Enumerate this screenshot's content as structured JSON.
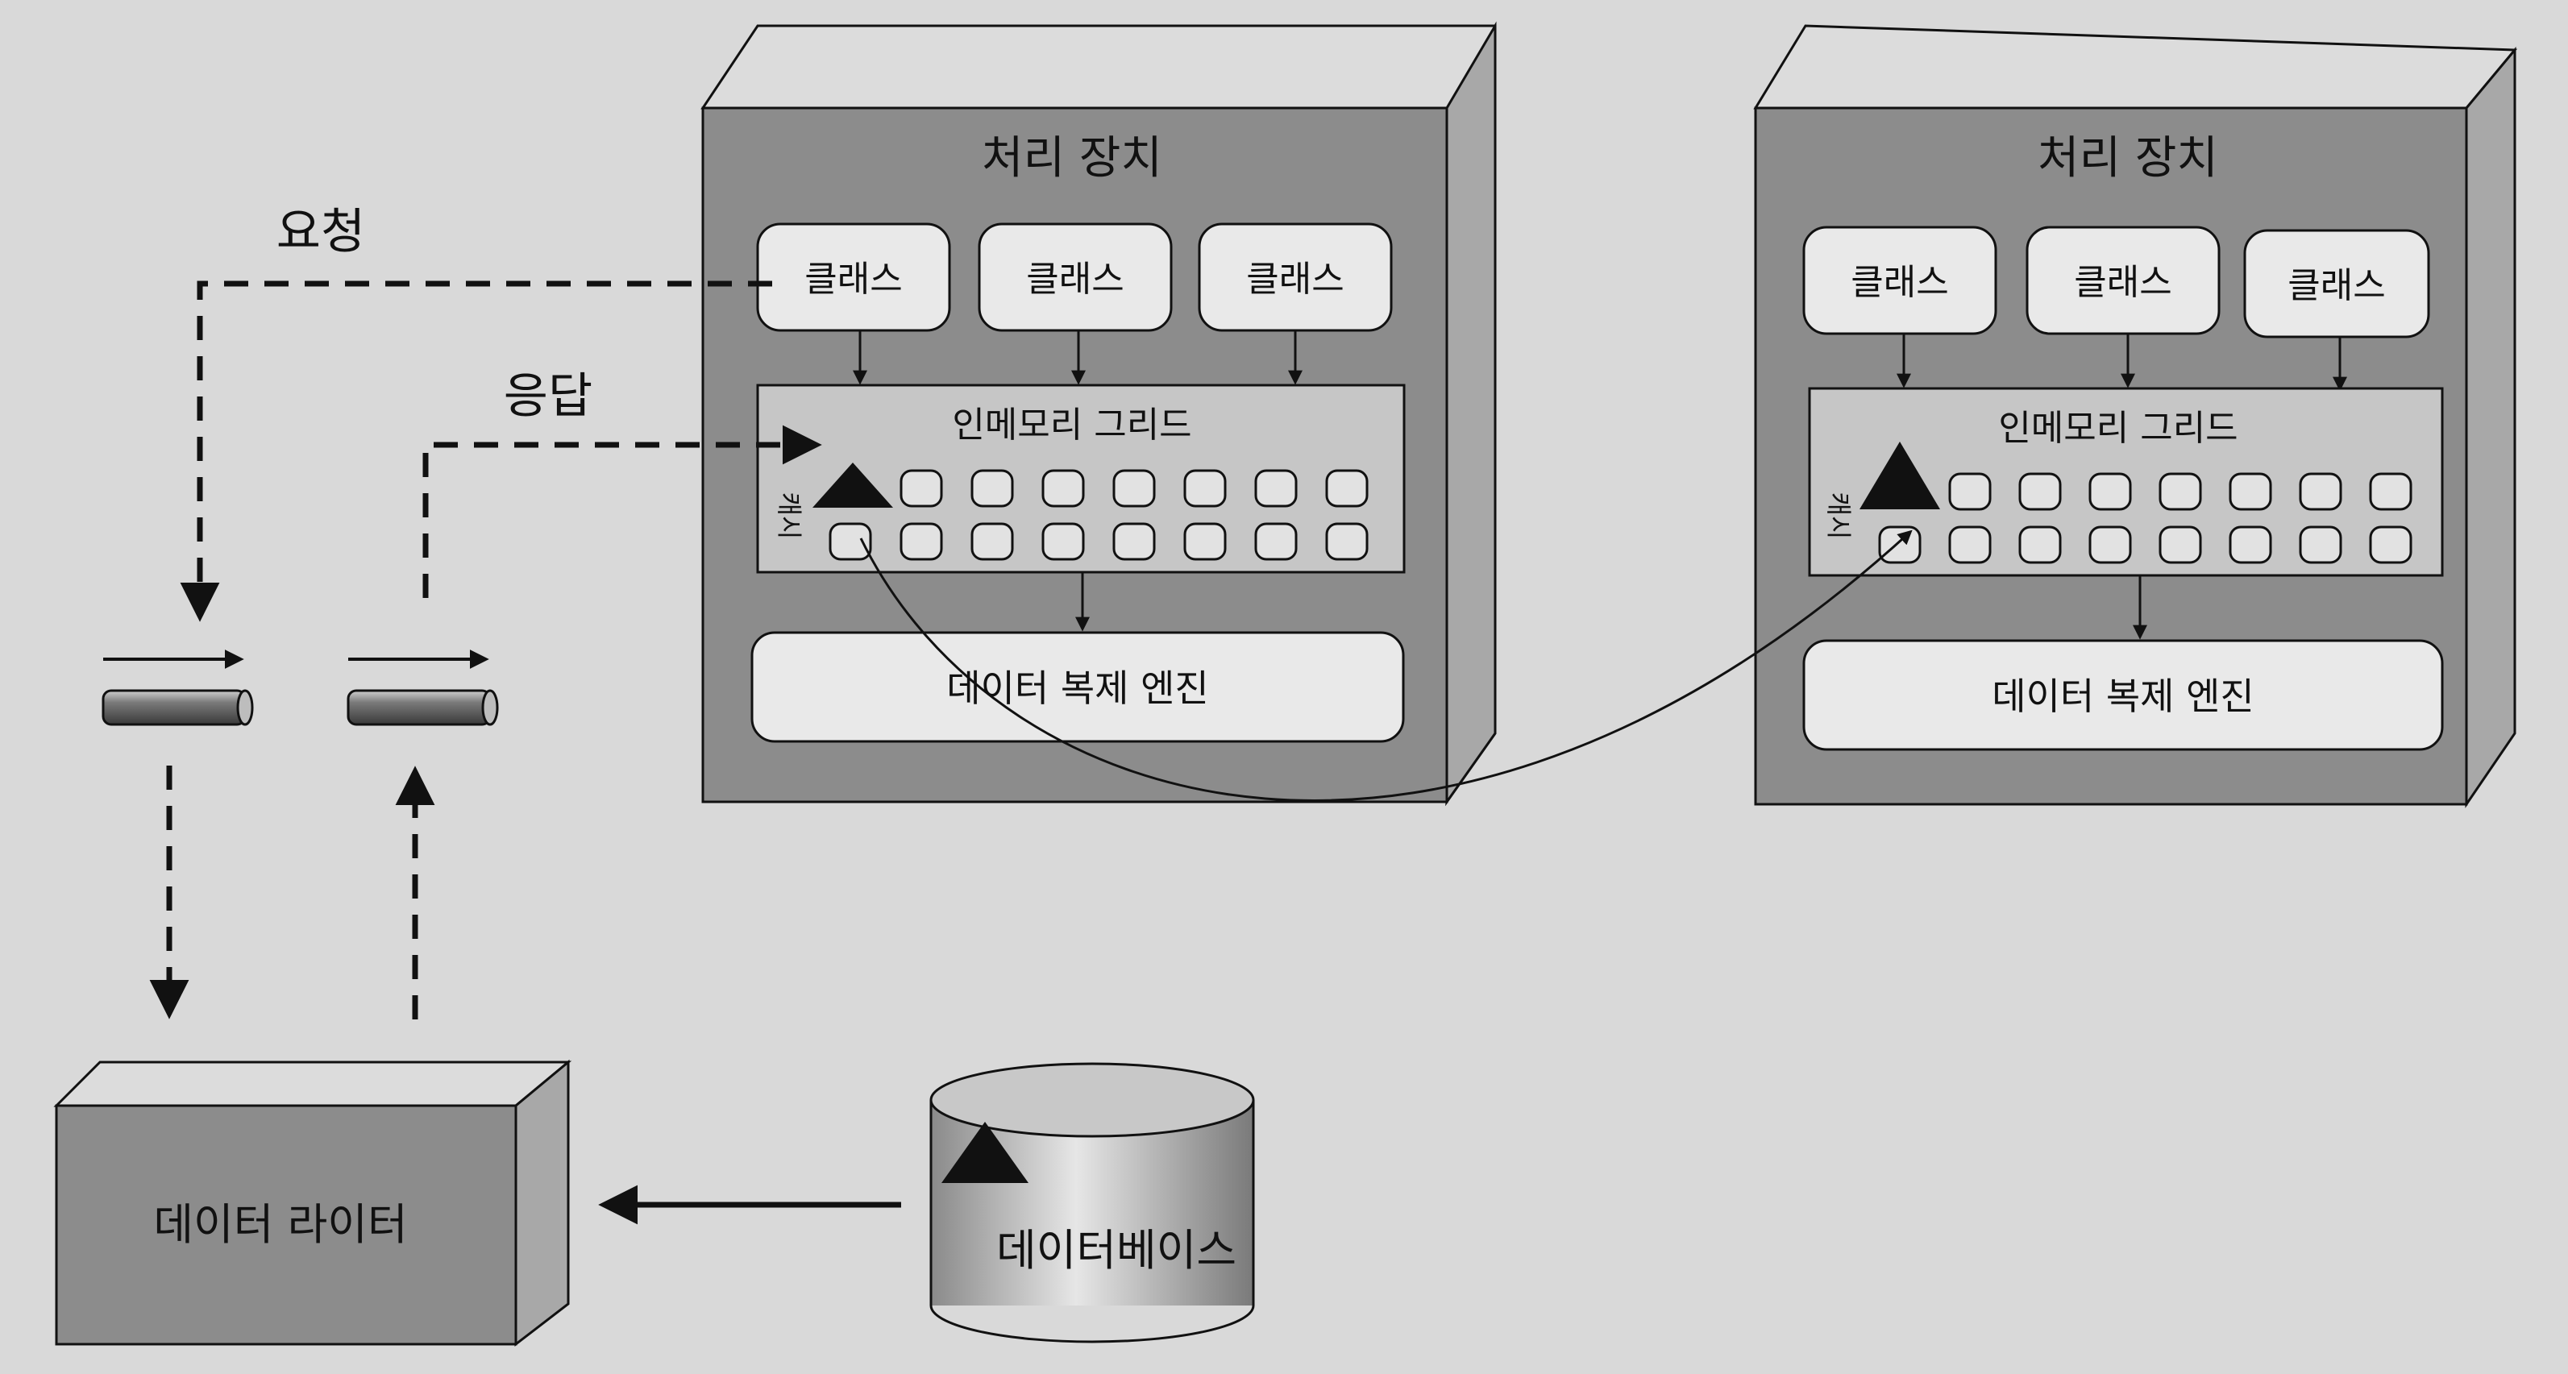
{
  "labels": {
    "request": "요청",
    "response": "응답",
    "cache": "캐시",
    "data_writer": "데이터 라이터",
    "database": "데이터베이스"
  },
  "processing_units": [
    {
      "title": "처리 장치",
      "classes": [
        "클래스",
        "클래스",
        "클래스"
      ],
      "grid_title": "인메모리 그리드",
      "replication_engine": "데이터 복제 엔진"
    },
    {
      "title": "처리 장치",
      "classes": [
        "클래스",
        "클래스",
        "클래스"
      ],
      "grid_title": "인메모리 그리드",
      "replication_engine": "데이터 복제 엔진"
    }
  ],
  "colors": {
    "page_background": "#d9d9d9",
    "box_face": "#8c8c8c",
    "box_top": "#dcdcdc",
    "box_side": "#a8a8a8",
    "component_fill": "#e9e9e9",
    "grid_fill": "#c6c6c6",
    "line": "#111111"
  }
}
